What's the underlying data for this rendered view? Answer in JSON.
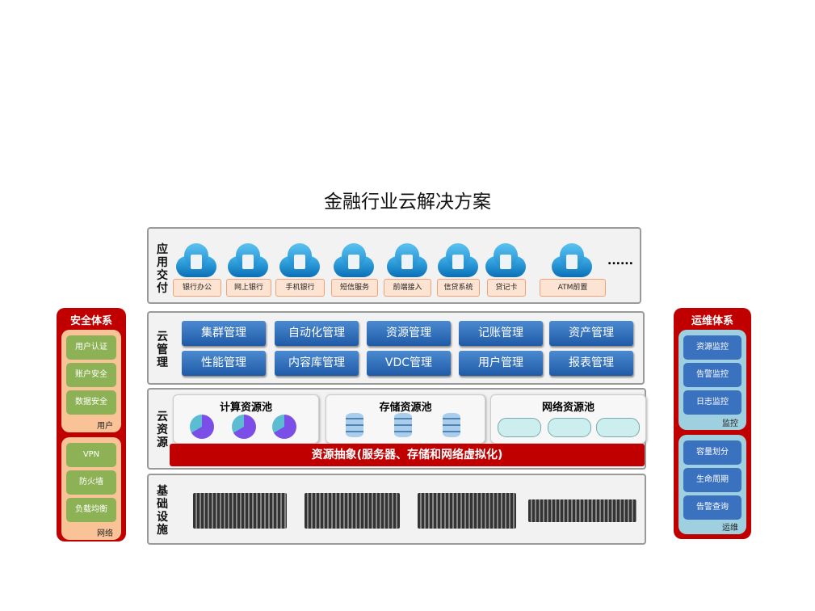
{
  "title": "金融行业云解决方案",
  "app_layer": {
    "label": "应用交付",
    "items": [
      "银行办公",
      "网上银行",
      "手机银行",
      "短信服务",
      "前端接入",
      "信贷系统",
      "贷记卡",
      "ATM前置"
    ],
    "more": "......"
  },
  "mgmt_layer": {
    "label": "云管理",
    "buttons": [
      "集群管理",
      "自动化管理",
      "资源管理",
      "记账管理",
      "资产管理",
      "性能管理",
      "内容库管理",
      "VDC管理",
      "用户管理",
      "报表管理"
    ]
  },
  "resource_layer": {
    "label": "云资源",
    "pools": [
      "计算资源池",
      "存储资源池",
      "网络资源池"
    ],
    "abstraction": "资源抽象(服务器、存储和网络虚拟化)"
  },
  "infra_layer": {
    "label": "基础设施"
  },
  "security": {
    "title": "安全体系",
    "groups": [
      {
        "label": "用户",
        "items": [
          "用户认证",
          "账户安全",
          "数据安全"
        ]
      },
      {
        "label": "网络",
        "items": [
          "VPN",
          "防火墙",
          "负载均衡"
        ]
      }
    ]
  },
  "ops": {
    "title": "运维体系",
    "groups": [
      {
        "label": "监控",
        "items": [
          "资源监控",
          "告警监控",
          "日志监控"
        ]
      },
      {
        "label": "运维",
        "items": [
          "容量划分",
          "生命周期",
          "告警查询"
        ]
      }
    ]
  },
  "colors": {
    "red": "#c00000",
    "green": "#8db255",
    "peach": "#f9c397",
    "blue": "#3a72c0",
    "lightblue": "#9fd0e0"
  }
}
